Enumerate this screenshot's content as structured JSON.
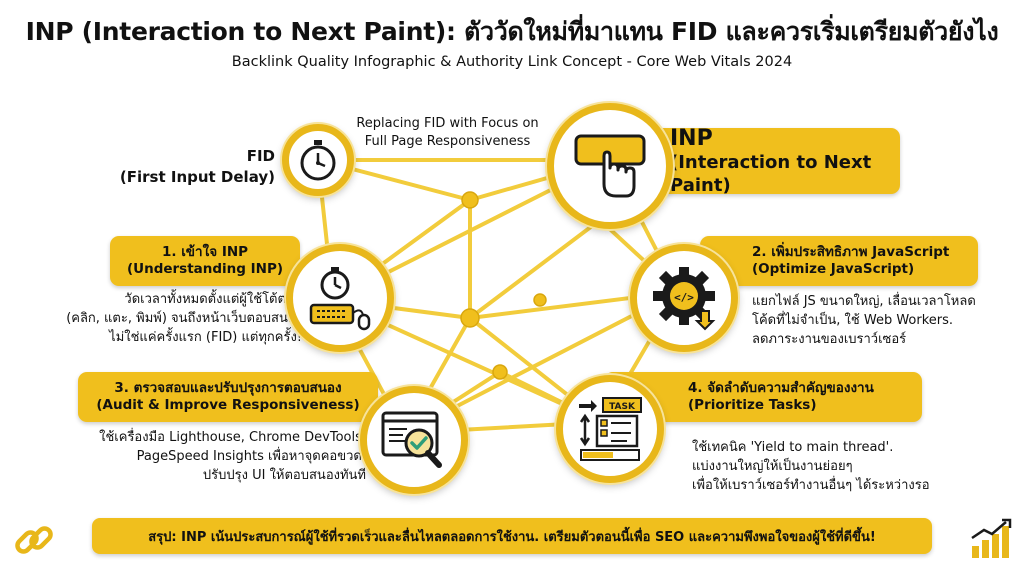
{
  "title": "INP (Interaction to Next Paint): ตัววัดใหม่ที่มาแทน FID และควรเริ่มเตรียมตัวยังไง",
  "subtitle": "Backlink Quality Infographic & Authority Link Concept - Core Web Vitals 2024",
  "fid": {
    "line1": "FID",
    "line2": "(First Input Delay)"
  },
  "replacing": {
    "line1": "Replacing FID with Focus on",
    "line2": "Full Page Responsiveness"
  },
  "inp": {
    "line1": "INP",
    "line2": "(Interaction to Next Paint)"
  },
  "step1": {
    "title1": "1. เข้าใจ INP",
    "title2": "(Understanding INP)",
    "desc": [
      "วัดเวลาทั้งหมดตั้งแต่ผู้ใช้โต้ตอบ",
      "(คลิก, แตะ, พิมพ์) จนถึงหน้าเว็บตอบสนอง",
      "ไม่ใช่แค่ครั้งแรก (FID) แต่ทุกครั้ง!"
    ]
  },
  "step2": {
    "title1": "2. เพิ่มประสิทธิภาพ JavaScript",
    "title2": "(Optimize JavaScript)",
    "desc": [
      "แยกไฟล์ JS ขนาดใหญ่, เลื่อนเวลาโหลด",
      "โค้ดที่ไม่จำเป็น, ใช้ Web Workers.",
      "ลดภาระงานของเบราว์เซอร์"
    ]
  },
  "step3": {
    "title1": "3. ตรวจสอบและปรับปรุงการตอบสนอง",
    "title2": "(Audit & Improve Responsiveness)",
    "desc": [
      "ใช้เครื่องมือ Lighthouse, Chrome DevTools,",
      "PageSpeed Insights เพื่อหาจุดคอขวด.",
      "ปรับปรุง UI ให้ตอบสนองทันที"
    ]
  },
  "step4": {
    "title1": "4. จัดลำดับความสำคัญของงาน",
    "title2": "(Prioritize Tasks)",
    "desc": [
      "ใช้เทคนิค 'Yield to main thread'.",
      "แบ่งงานใหญ่ให้เป็นงานย่อยๆ",
      "เพื่อให้เบราว์เซอร์ทำงานอื่นๆ ได้ระหว่างรอ"
    ]
  },
  "task_icon_label": "TASK",
  "summary": "สรุป: INP เน้นประสบการณ์ผู้ใช้ที่รวดเร็วและลื่นไหลตลอดการใช้งาน. เตรียมตัวตอนนี้เพื่อ SEO และความพึงพอใจของผู้ใช้ที่ดีขึ้น!",
  "colors": {
    "accent": "#f0bf1d",
    "ring": "#e8b71a",
    "line": "#f2cc3c",
    "dark": "#1a1a1a"
  },
  "icons": [
    "stopwatch-icon",
    "tap-button-icon",
    "stopwatch-keyboard-icon",
    "gear-code-icon",
    "browser-magnifier-icon",
    "task-list-icon",
    "chain-link-icon",
    "growth-chart-icon"
  ]
}
